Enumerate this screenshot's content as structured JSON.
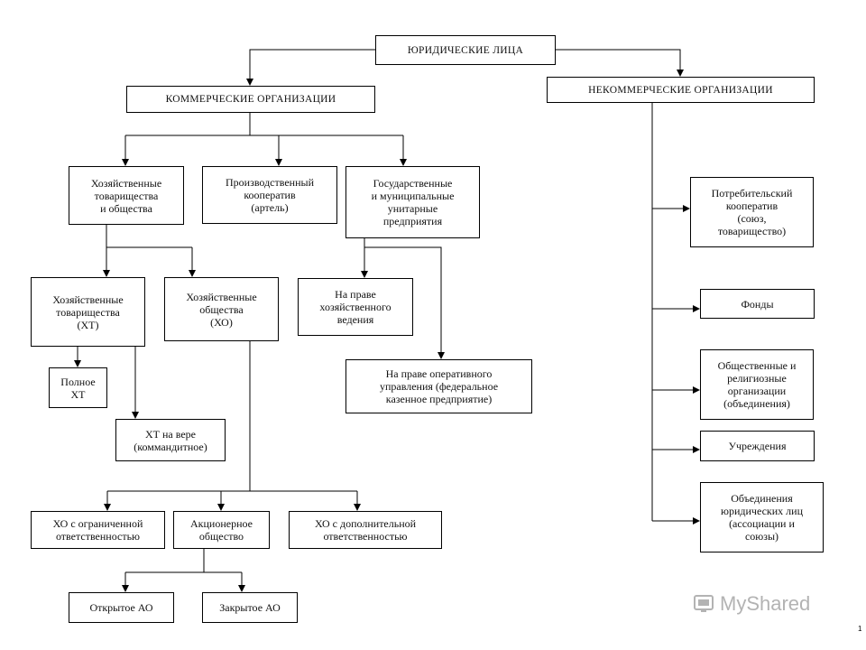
{
  "nodes": {
    "root": "ЮРИДИЧЕСКИЕ ЛИЦА",
    "commercial": "КОММЕРЧЕСКИЕ ОРГАНИЗАЦИИ",
    "noncommercial": "НЕКОММЕРЧЕСКИЕ ОРГАНИЗАЦИИ",
    "hoz_tov_obsh": "Хозяйственные\nтоварищества\nи общества",
    "proizv_koop": "Производственный\nкооператив\n(артель)",
    "gos_mun_unit": "Государственные\nи муниципальные\nунитарные\nпредприятия",
    "hoz_tov_ht": "Хозяйственные\nтоварищества\n(ХТ)",
    "hoz_obsh_ho": "Хозяйственные\nобщества\n(ХО)",
    "pravo_hoz_ved": "На праве\nхозяйственного\nведения",
    "pravo_oper_upr": "На праве оперативного\nуправления (федеральное\nказенное предприятие)",
    "polnoe_ht": "Полное\nХТ",
    "ht_na_vere": "ХТ на вере\n(коммандитное)",
    "ho_ogr_otv": "ХО с ограниченной\nответственностью",
    "akts_obsh": "Акционерное\nобщество",
    "ho_dop_otv": "ХО с дополнительной\nответственностью",
    "otkr_ao": "Открытое АО",
    "zakr_ao": "Закрытое АО",
    "potreb_koop": "Потребительский\nкооператив\n(союз,\nтоварищество)",
    "fondy": "Фонды",
    "obsh_relig": "Общественные и\nрелигиозные\nорганизации\n(объединения)",
    "uchrezhdeniya": "Учреждения",
    "obied_yur_lits": "Объединения\nюридических лиц\n(ассоциации и\nсоюзы)"
  },
  "watermark": {
    "brand": "MyShared"
  },
  "page_number": "1"
}
